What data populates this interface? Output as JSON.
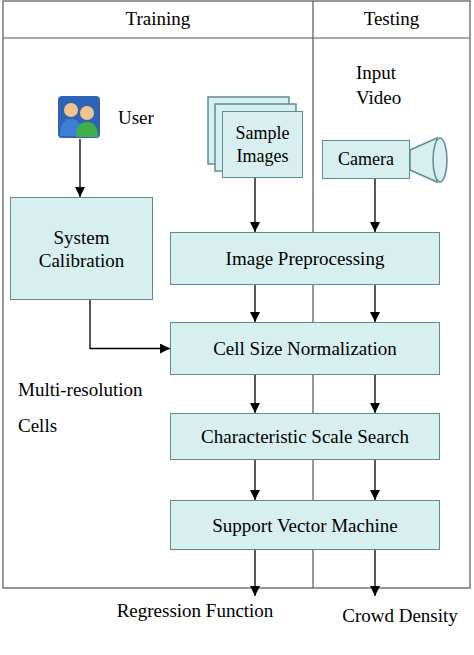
{
  "diagram": {
    "nodes": [
      {
        "text": [
          "User"
        ]
      },
      {
        "text": [
          "Sample Images"
        ]
      },
      {
        "text": [
          "Camera"
        ]
      },
      {
        "text": [
          "System Calibration"
        ]
      },
      {
        "text": [
          "Image Preprocessing"
        ]
      },
      {
        "text": [
          "Cell Size Normalization"
        ]
      },
      {
        "text": [
          "Characteristic Scale Search"
        ]
      },
      {
        "text": [
          "Support Vector Machine"
        ]
      }
    ],
    "edges": [
      {
        "from": 0,
        "to": 3,
        "arrow": "to"
      },
      {
        "from": 1,
        "to": 4,
        "arrow": "to"
      },
      {
        "from": 2,
        "to": 4,
        "arrow": "to"
      },
      {
        "from": 3,
        "to": 5,
        "arrow": "to"
      },
      {
        "from": 4,
        "to": 5,
        "arrow": "to"
      },
      {
        "from": 4,
        "to": 5,
        "arrow": "to"
      },
      {
        "from": 5,
        "to": 6,
        "arrow": "to"
      },
      {
        "from": 5,
        "to": 6,
        "arrow": "to"
      },
      {
        "from": 6,
        "to": 7,
        "arrow": "to"
      },
      {
        "from": 6,
        "to": 7,
        "arrow": "to"
      }
    ],
    "labels": [
      "Training",
      "Testing",
      "Input Video",
      "Multi-resolution Cells",
      "Regression Function",
      "Crowd Density"
    ]
  }
}
